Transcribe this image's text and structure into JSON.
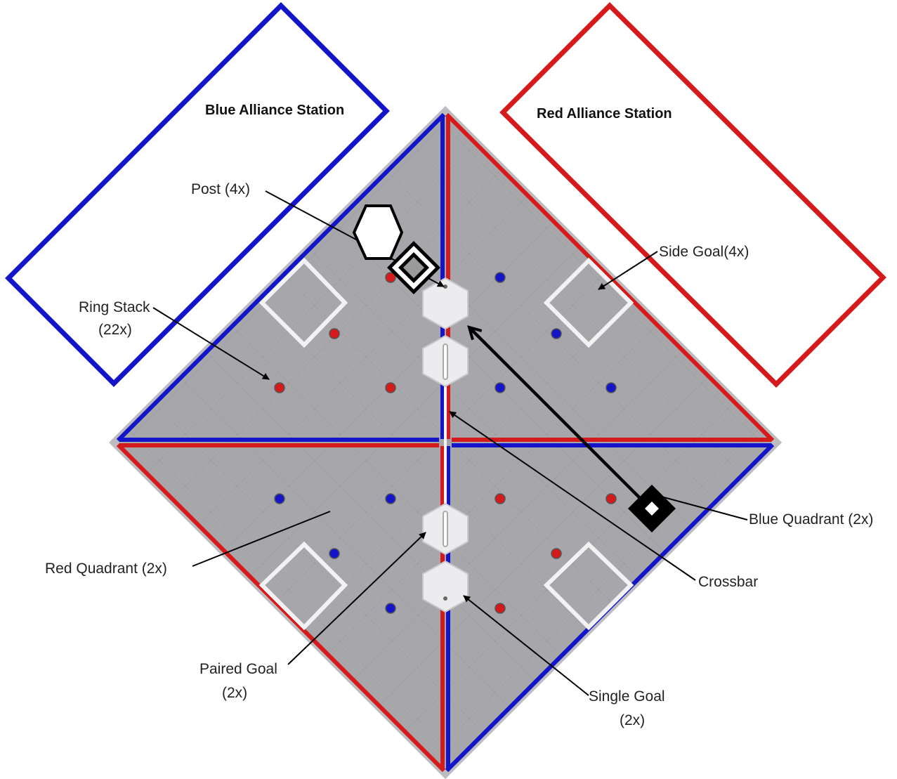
{
  "stations": {
    "blue": {
      "label": "Blue Alliance Station",
      "color": "#1414c8"
    },
    "red": {
      "label": "Red Alliance Station",
      "color": "#d41a1a"
    }
  },
  "labels": {
    "post": "Post (4x)",
    "side_goal": "Side Goal(4x)",
    "ring_stack_1": "Ring Stack",
    "ring_stack_2": "(22x)",
    "blue_quadrant": "Blue Quadrant (2x)",
    "crossbar": "Crossbar",
    "red_quadrant": "Red Quadrant (2x)",
    "paired_goal_1": "Paired Goal",
    "paired_goal_2": "(2x)",
    "single_goal_1": "Single Goal",
    "single_goal_2": "(2x)"
  },
  "colors": {
    "field": "#a7a7ab",
    "field_border": "#b9b9bd",
    "red": "#d41a1a",
    "blue": "#1414c8",
    "goal_fill": "#ececee",
    "outline": "#000000"
  },
  "icons": [
    "hexagon-robot-icon",
    "diamond-marker-icon"
  ]
}
